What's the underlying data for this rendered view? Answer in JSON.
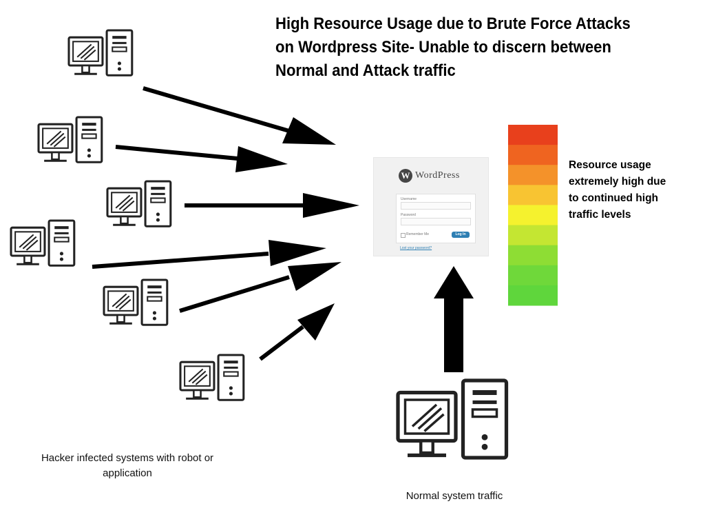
{
  "title_lines": [
    "High Resource Usage due to Brute Force Attacks",
    "on Wordpress Site- Unable to discern between",
    "Normal and Attack traffic"
  ],
  "resource_label_lines": [
    "Resource usage",
    "extremely high due",
    "to continued high",
    "traffic levels"
  ],
  "captions": {
    "hacker": "Hacker infected systems with robot or application",
    "normal": "Normal system traffic"
  },
  "wordpress_login": {
    "logo_mark": "W",
    "logo_text": "WordPress",
    "username_label": "Username",
    "password_label": "Password",
    "remember_label": "Remember Me",
    "login_button": "Log In",
    "lost_password_link": "Lost your password?"
  },
  "resource_meter": {
    "colors": [
      "#e8401c",
      "#ef6420",
      "#f4922a",
      "#f8c432",
      "#f5f22e",
      "#c4e632",
      "#8edd34",
      "#6fd83a",
      "#5fd63c"
    ]
  },
  "computers": {
    "icon": "desktop-computer-icon",
    "attackers": 6,
    "normal": 1
  },
  "arrows": {
    "icon": "arrow-icon",
    "attack_arrows": 6
  }
}
